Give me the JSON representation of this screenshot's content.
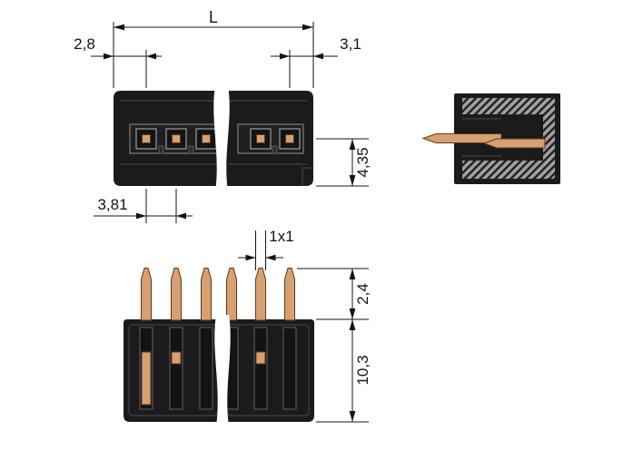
{
  "labels": {
    "total_length": "L",
    "edge_to_first_pin": "2,8",
    "last_pin_to_edge": "3,1",
    "pin_row_to_bottom": "4,35",
    "pin_pitch": "3,81",
    "pin_cross_section": "1x1",
    "pin_protrusion": "2,4",
    "housing_depth": "10,3"
  },
  "colors": {
    "background": "#ffffff",
    "housing": "#1b1b1b",
    "housing_detail": "#8a8a8a",
    "pin_copper": "#d89f71",
    "pin_outline": "#5a3a1c",
    "dimension_line": "#141414"
  }
}
